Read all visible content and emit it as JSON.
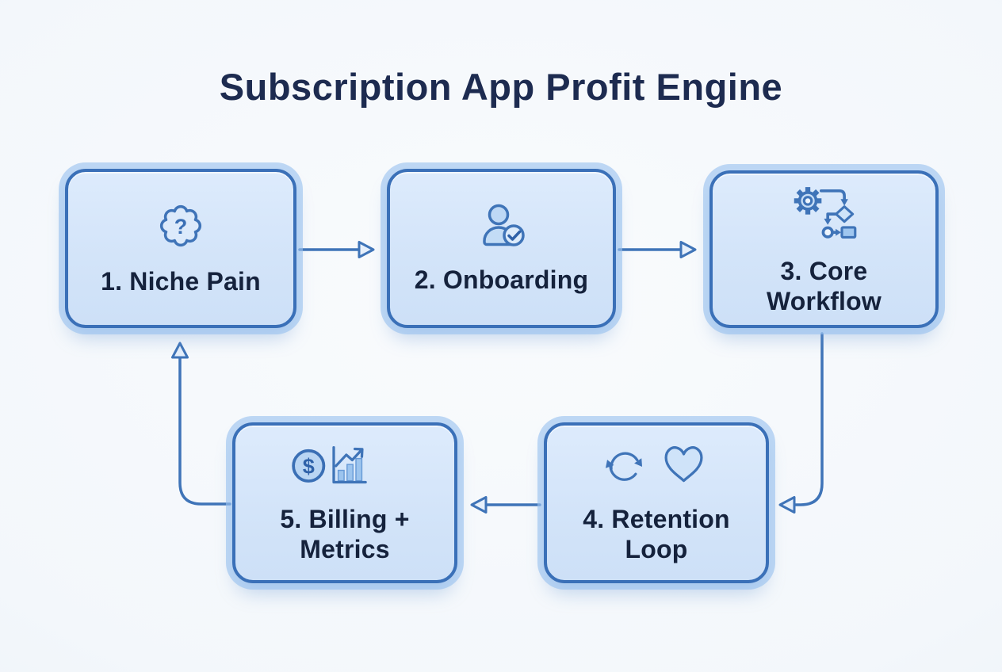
{
  "title": "Subscription App Profit Engine",
  "glyphs": {
    "question_mark": "?",
    "dollar_sign": "$"
  },
  "colors": {
    "background": "#f3f7fb",
    "box_fill": "#d5e5f9",
    "box_border": "#3a70b8",
    "box_halo": "#9ac2ef",
    "arrow_stroke": "#3f74b8",
    "title_text": "#1d2b50",
    "box_text": "#15223c",
    "icon_stroke": "#3f74b8"
  },
  "boxes": [
    {
      "step": "1",
      "label": "1. Niche Pain",
      "icon": "brain-question-icon"
    },
    {
      "step": "2",
      "label": "2. Onboarding",
      "icon": "user-check-icon"
    },
    {
      "step": "3",
      "label": "3. Core Workflow",
      "icon": "gear-flowchart-icon"
    },
    {
      "step": "4",
      "label": "4. Retention Loop",
      "icon": "refresh-heart-icon"
    },
    {
      "step": "5",
      "label": "5. Billing + Metrics",
      "icon": "dollar-chart-icon"
    }
  ],
  "connections": [
    {
      "from": "1. Niche Pain",
      "to": "2. Onboarding",
      "direction": "right"
    },
    {
      "from": "2. Onboarding",
      "to": "3. Core Workflow",
      "direction": "right"
    },
    {
      "from": "3. Core Workflow",
      "to": "4. Retention Loop",
      "direction": "down-then-left"
    },
    {
      "from": "4. Retention Loop",
      "to": "5. Billing + Metrics",
      "direction": "left"
    },
    {
      "from": "5. Billing + Metrics",
      "to": "1. Niche Pain",
      "direction": "left-then-up"
    }
  ]
}
